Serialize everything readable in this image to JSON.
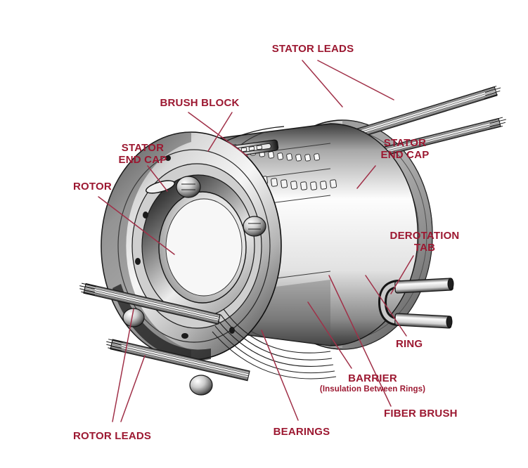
{
  "figure": {
    "title": "Slip Ring Assembly Cutaway",
    "background_color": "#ffffff",
    "label_color": "#9c1831",
    "leader_color": "#a03048",
    "ink_color": "#1a1a1a"
  },
  "labels": {
    "stator_leads": "STATOR LEADS",
    "brush_block": "BRUSH BLOCK",
    "stator_end_cap_left_line1": "STATOR",
    "stator_end_cap_left_line2": "END CAP",
    "stator_end_cap_right_line1": "STATOR",
    "stator_end_cap_right_line2": "END CAP",
    "rotor": "ROTOR",
    "derotation_tab_line1": "DEROTATION",
    "derotation_tab_line2": "TAB",
    "ring": "RING",
    "barrier": "BARRIER",
    "barrier_sub": "(Insulation Between Rings)",
    "fiber_brush": "FIBER BRUSH",
    "bearings": "BEARINGS",
    "rotor_leads": "ROTOR LEADS"
  }
}
